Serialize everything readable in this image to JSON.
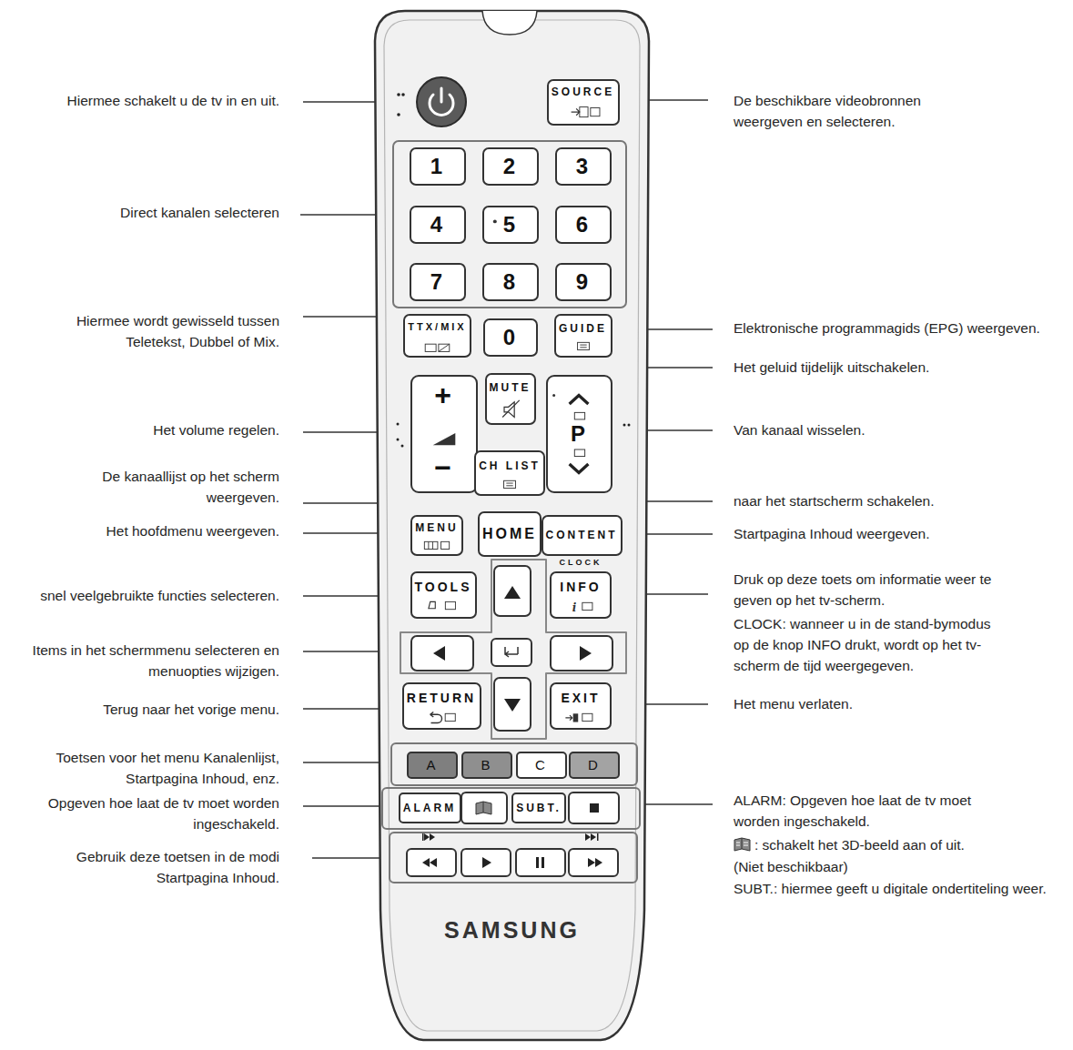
{
  "diagram": {
    "nodes": [
      {
        "text": [
          "SAMSUNG"
        ]
      },
      {
        "text": [
          "SOURCE"
        ],
        "in": 0
      },
      {
        "text": [
          "1"
        ],
        "in": 0
      },
      {
        "text": [
          "2"
        ],
        "in": 0
      },
      {
        "text": [
          "3"
        ],
        "in": 0
      },
      {
        "text": [
          "4"
        ],
        "in": 0
      },
      {
        "text": [
          "5"
        ],
        "in": 0
      },
      {
        "text": [
          "6"
        ],
        "in": 0
      },
      {
        "text": [
          "7"
        ],
        "in": 0
      },
      {
        "text": [
          "8"
        ],
        "in": 0
      },
      {
        "text": [
          "9"
        ],
        "in": 0
      },
      {
        "text": [
          "TTX/MIX"
        ],
        "in": 0
      },
      {
        "text": [
          "0"
        ],
        "in": 0
      },
      {
        "text": [
          "GUIDE"
        ],
        "in": 0
      },
      {
        "text": [
          "+",
          "−"
        ],
        "in": 0
      },
      {
        "text": [
          "MUTE"
        ],
        "in": 0
      },
      {
        "text": [
          "P"
        ],
        "in": 0
      },
      {
        "text": [
          "CH LIST"
        ],
        "in": 0
      },
      {
        "text": [
          "MENU"
        ],
        "in": 0
      },
      {
        "text": [
          "HOME"
        ],
        "in": 0
      },
      {
        "text": [
          "CONTENT"
        ],
        "in": 0
      },
      {
        "text": [
          "TOOLS"
        ],
        "in": 0
      },
      {
        "text": [
          "CLOCK",
          "INFO"
        ],
        "in": 0
      },
      {
        "text": [
          "RETURN"
        ],
        "in": 0
      },
      {
        "text": [
          "EXIT"
        ],
        "in": 0
      },
      {
        "text": [
          "A"
        ],
        "in": 0
      },
      {
        "text": [
          "B"
        ],
        "in": 0
      },
      {
        "text": [
          "C"
        ],
        "in": 0
      },
      {
        "text": [
          "D"
        ],
        "in": 0
      },
      {
        "text": [
          "ALARM"
        ],
        "in": 0
      },
      {
        "text": [
          "SUBT."
        ],
        "in": 0
      }
    ],
    "labels": [
      "Hiermee schakelt u de tv in en uit.",
      "Direct kanalen selecteren",
      "Hiermee wordt gewisseld tussen Teletekst, Dubbel of Mix.",
      "Het volume regelen.",
      "De kanaallijst op het scherm weergeven.",
      "Het hoofdmenu weergeven.",
      "snel veelgebruikte functies selecteren.",
      "Items in het schermmenu selecteren en menuopties wijzigen.",
      "Terug naar het vorige menu.",
      "Toetsen voor het menu Kanalenlijst, Startpagina Inhoud, enz.",
      "Opgeven hoe laat de tv moet worden ingeschakeld.",
      "Gebruik deze toetsen in de modi Startpagina Inhoud.",
      "De beschikbare videobronnen weergeven en selecteren.",
      "Elektronische programmagids (EPG) weergeven.",
      "Het geluid tijdelijk uitschakelen.",
      "Van kanaal wisselen.",
      "naar het startscherm schakelen.",
      "Startpagina Inhoud weergeven.",
      "Druk op deze toets om informatie weer te geven op het tv-scherm.",
      "CLOCK: wanneer u in de stand-bymodus op de knop INFO drukt, wordt op het tv-scherm de tijd weergegeven.",
      "Het menu verlaten.",
      "ALARM: Opgeven hoe laat de tv moet worden ingeschakeld.",
      ": schakelt het 3D-beeld aan of uit.",
      "(Niet beschikbaar)",
      "SUBT.: hiermee geeft u digitale ondertiteling weer."
    ]
  }
}
